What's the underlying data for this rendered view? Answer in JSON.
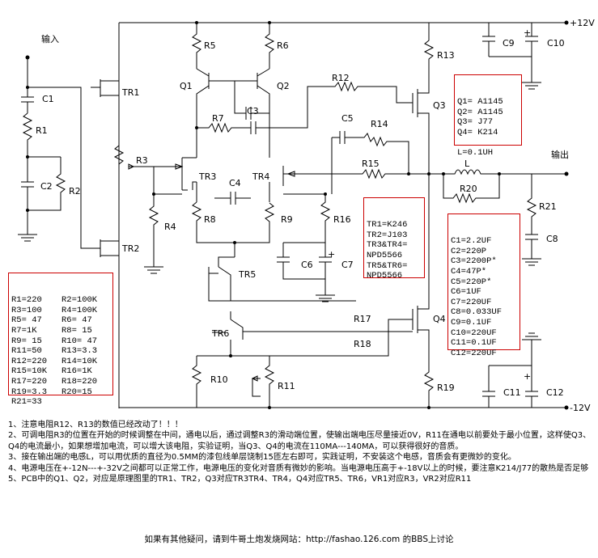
{
  "labels": {
    "input": "输入",
    "output": "输出",
    "vplus": "+12V",
    "vminus": "-12V",
    "R1": "R1",
    "R2": "R2",
    "R3": "R3",
    "R4": "R4",
    "R5": "R5",
    "R6": "R6",
    "R7": "R7",
    "R8": "R8",
    "R9": "R9",
    "R10": "R10",
    "R11": "R11",
    "R12": "R12",
    "R13": "R13",
    "R14": "R14",
    "R15": "R15",
    "R16": "R16",
    "R17": "R17",
    "R18": "R18",
    "R19": "R19",
    "R20": "R20",
    "R21": "R21",
    "C1": "C1",
    "C2": "C2",
    "C3": "C3",
    "C4": "C4",
    "C5": "C5",
    "C6": "C6",
    "C7": "C7",
    "C8": "C8",
    "C9": "C9",
    "C10": "C10",
    "C11": "C11",
    "C12": "C12",
    "Q1": "Q1",
    "Q2": "Q2",
    "Q3": "Q3",
    "Q4": "Q4",
    "TR1": "TR1",
    "TR2": "TR2",
    "TR3": "TR3",
    "TR4": "TR4",
    "TR5": "TR5",
    "TR6": "TR6",
    "L": "L"
  },
  "resistor_table": [
    "R1=220",
    "R2=100K",
    "R3=100",
    "R4=100K",
    "R5= 47",
    "R6= 47",
    "R7=1K",
    "R8= 15",
    "R9= 15",
    "R10= 47",
    "R11=50",
    "R13=3.3",
    "R12=220",
    "R14=10K",
    "R15=10K",
    "R16=1K",
    "R17=220",
    "R18=220",
    "R19=3.3",
    "R20=15",
    "R21=33"
  ],
  "q_table": [
    "Q1= A1145",
    "Q2= A1145",
    "Q3= J77",
    "Q4= K214",
    "",
    "L=0.1UH"
  ],
  "tr_table": [
    "TR1=K246",
    "TR2=J103",
    "TR3&TR4=",
    "NPD5566",
    "TR5&TR6=",
    "NPD5566"
  ],
  "cap_table": [
    "C1=2.2UF",
    "C2=220P",
    "C3=2200P*",
    "C4=47P*",
    "C5=220P*",
    "C6=1UF",
    "C7=220UF",
    "C8=0.033UF",
    "C9=0.1UF",
    "C10=220UF",
    "C11=0.1UF",
    "C12=220UF"
  ],
  "notes": [
    "1、注意电阻R12、R13的数值已经改动了！！！",
    "2、可调电阻R3的位置在开始的时候调整在中间，通电以后，通过调整R3的滑动端位置，使输出端电压尽量接近0V，R11在通电以前要处于最小位置，这样使Q3、Q4的电流最小，如果想增加电流，可以增大该电阻，实验证明，当Q3、Q4的电流在110MA---140MA，可以获得很好的音质。",
    "3、接在输出端的电感L，可以用优质的直径为0.5MM的漆包线单层饶制15匝左右即可，实践证明，不安装这个电感，音质会有更微妙的变化。",
    "4、电源电压在+-12N---+-32V之间都可以正常工作，电源电压的变化对音质有微妙的影响。当电源电压高于+-18V以上的时候，要注意K214/J77的散热是否足够",
    "5、PCB中的Q1、Q2，对应是原理图里的TR1、TR2，Q3对应TR3TR4、TR4，Q4对应TR5、TR6，VR1对应R3，VR2对应R11"
  ],
  "footer": "如果有其他疑问，请到牛哥土炮发烧网站：http://fashao.126.com 的BBS上讨论",
  "colors": {
    "box_border": "#cc0000",
    "wire": "#000000",
    "background": "#ffffff"
  }
}
